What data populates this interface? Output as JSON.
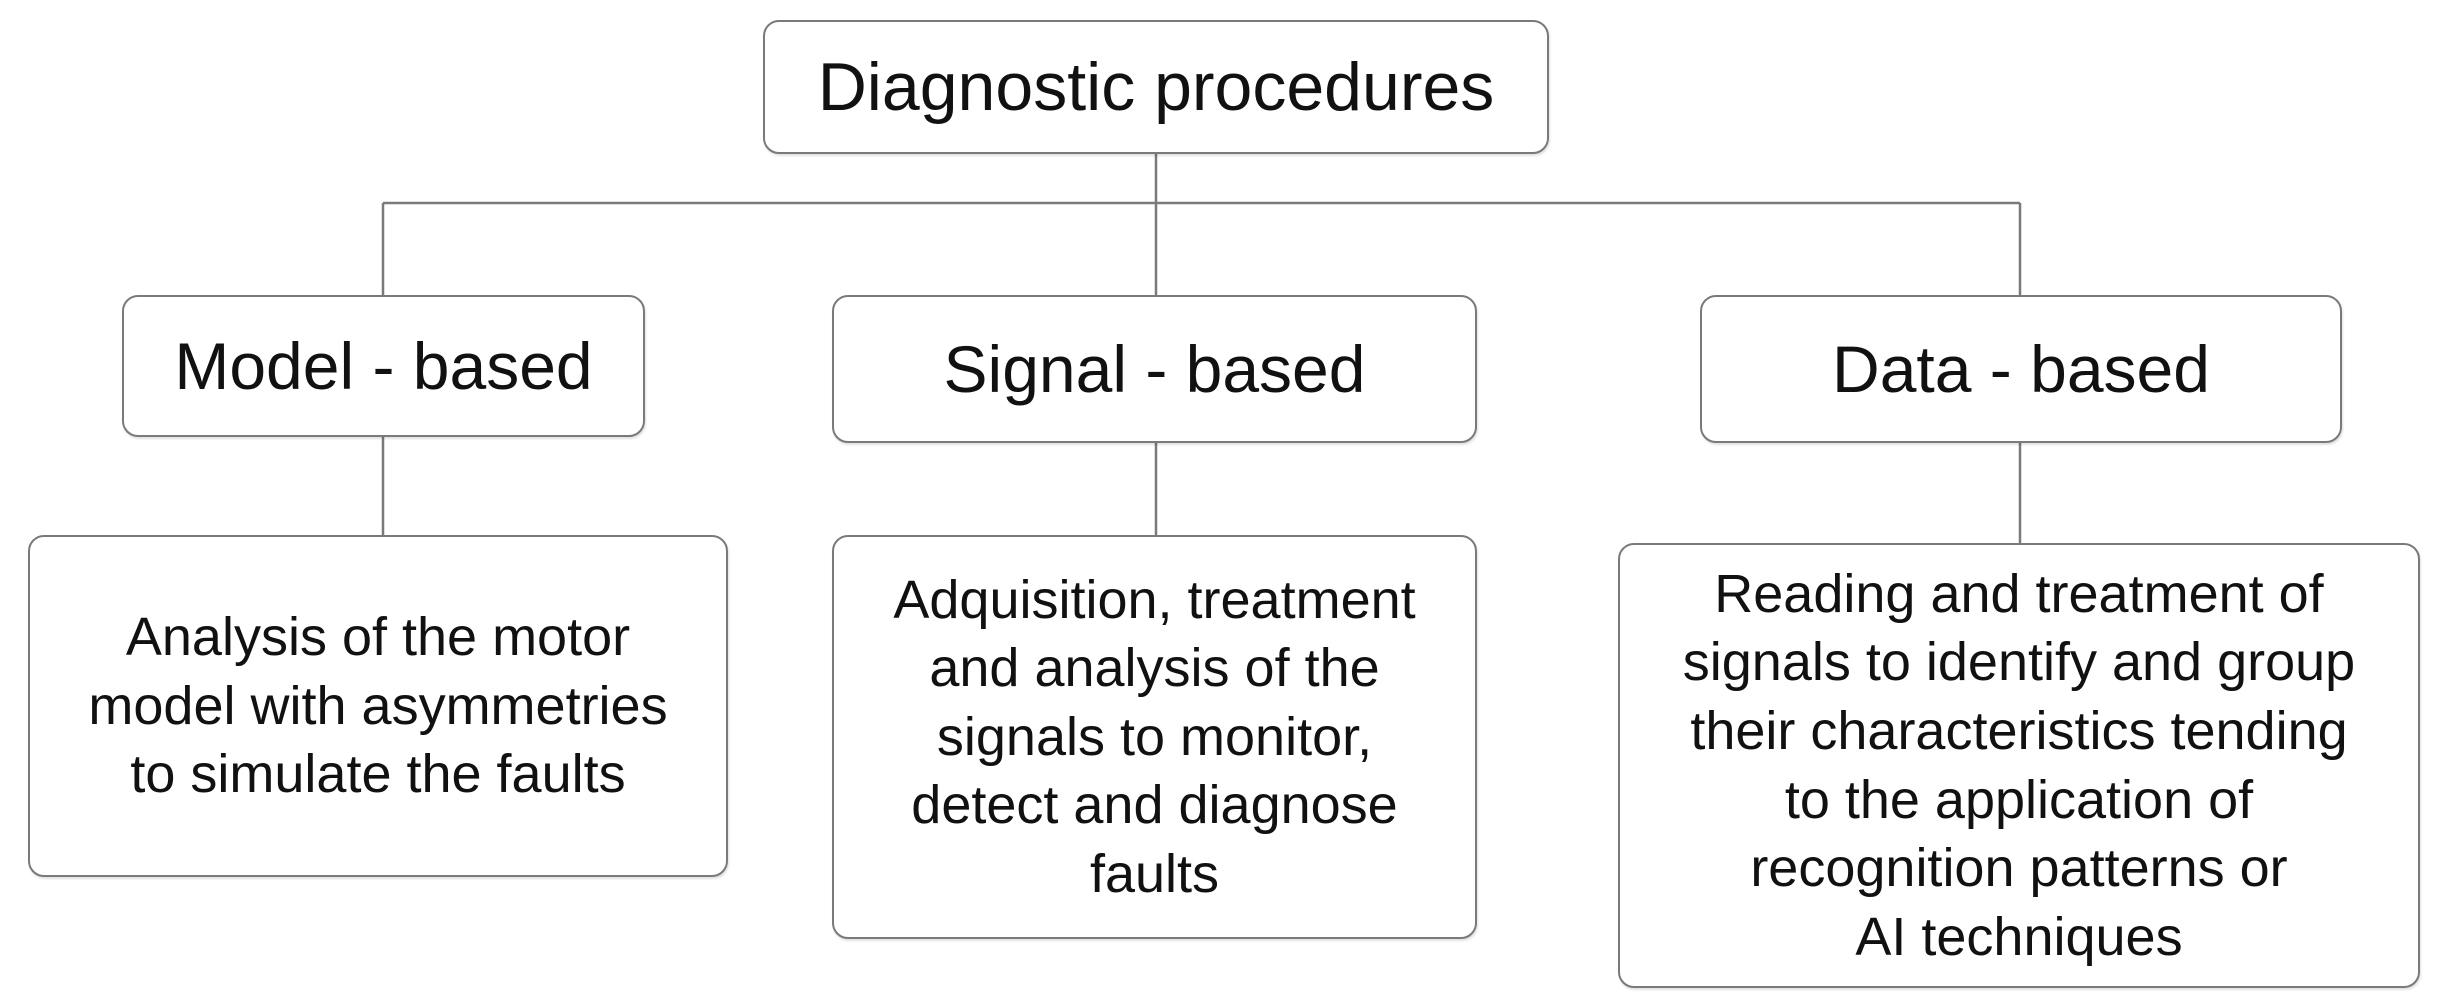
{
  "root": {
    "label": "Diagnostic procedures"
  },
  "categories": [
    {
      "label": "Model - based",
      "description": "Analysis of the motor\nmodel with asymmetries\nto simulate the faults"
    },
    {
      "label": "Signal - based",
      "description": "Adquisition, treatment\nand analysis of the\nsignals to monitor,\ndetect and diagnose\nfaults"
    },
    {
      "label": "Data - based",
      "description": "Reading and treatment of\nsignals to identify and group\ntheir characteristics tending\nto the application of\nrecognition patterns or\nAI techniques"
    }
  ],
  "colors": {
    "border": "#7a7a7a",
    "connector": "#7a7a7a",
    "text": "#111111",
    "background": "#ffffff"
  }
}
